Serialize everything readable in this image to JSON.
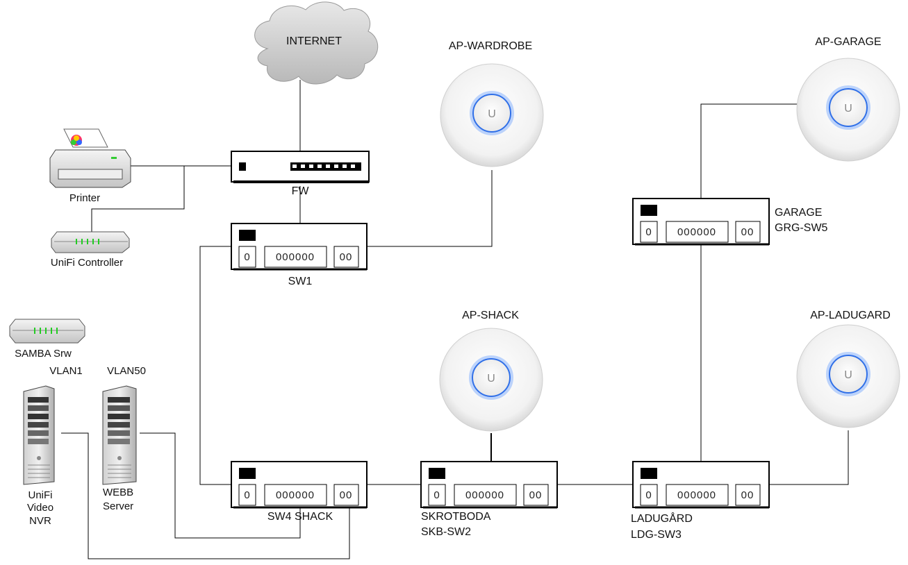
{
  "nodes": {
    "internet": "INTERNET",
    "firewall": "FW",
    "printer": "Printer",
    "unifi_controller": "UniFi Controller",
    "samba": "SAMBA Srw",
    "vlan1": "VLAN1",
    "vlan50": "VLAN50",
    "nvr": [
      "UniFi",
      "Video",
      "NVR"
    ],
    "webb": [
      "WEBB",
      "Server"
    ],
    "sw1": "SW1",
    "sw4": "SW4 SHACK",
    "skrotboda": [
      "SKROTBODA",
      "SKB-SW2"
    ],
    "ladugard": [
      "LADUGÅRD",
      "LDG-SW3"
    ],
    "garage": [
      "GARAGE",
      "GRG-SW5"
    ],
    "ap_wardrobe": "AP-WARDROBE",
    "ap_shack": "AP-SHACK",
    "ap_garage": "AP-GARAGE",
    "ap_ladugard": "AP-LADUGARD"
  },
  "switch_ports": {
    "single": "0",
    "multi": "000000",
    "dual": "00"
  },
  "ap_logo": "U"
}
